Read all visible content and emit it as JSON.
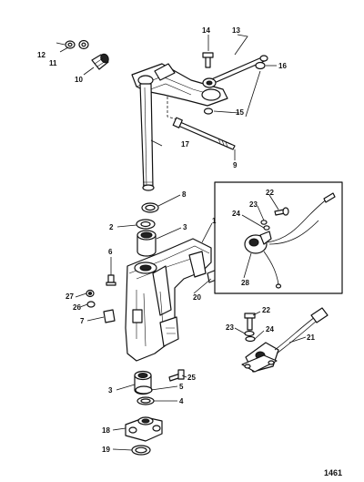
{
  "figure_number": "1461",
  "callouts": {
    "c1": "1",
    "c2": "2",
    "c3a": "3",
    "c3b": "3",
    "c4": "4",
    "c5": "5",
    "c6": "6",
    "c7": "7",
    "c8": "8",
    "c9": "9",
    "c10": "10",
    "c11": "11",
    "c12": "12",
    "c13": "13",
    "c14": "14",
    "c15": "15",
    "c16": "16",
    "c17": "17",
    "c18": "18",
    "c19": "19",
    "c20": "20",
    "c21": "21",
    "c22a": "22",
    "c22b": "22",
    "c23a": "23",
    "c23b": "23",
    "c24a": "24",
    "c24b": "24",
    "c25": "25",
    "c26": "26",
    "c27": "27",
    "c28": "28"
  }
}
